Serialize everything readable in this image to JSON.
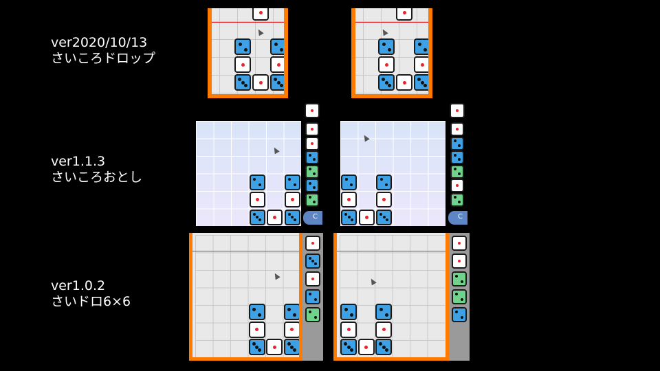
{
  "versions": [
    {
      "version": "ver2020/10/13",
      "title": "さいころドロップ"
    },
    {
      "version": "ver1.1.3",
      "title": "さいころおとし"
    },
    {
      "version": "ver1.0.2",
      "title": "さいドロ6×6"
    }
  ],
  "colors": {
    "orange_border": "#ff7a00",
    "grid_bg": "#e9e9e9",
    "grid_line": "#c9c9c9",
    "die_blue": "#3ea1e6",
    "die_green": "#6fd38b",
    "die_white": "#ffffff",
    "pip_red": "#e8242a",
    "sidebar_gray": "#9a9a9a",
    "gradient_top": "#d8e4f7",
    "gradient_bottom": "#ece6fb"
  },
  "boards": {
    "r1_left": {
      "board_dice": [
        [
          0,
          4,
          "blue",
          2
        ],
        [
          0,
          6,
          "blue",
          2
        ],
        [
          1,
          4,
          "white",
          1
        ],
        [
          1,
          6,
          "white",
          1
        ],
        [
          2,
          4,
          "blue",
          3
        ],
        [
          2,
          5,
          "white",
          1
        ],
        [
          2,
          6,
          "blue",
          3
        ]
      ],
      "falling": [
        [
          0,
          5,
          "white",
          1
        ]
      ]
    },
    "r1_right": {
      "board_dice": [
        [
          0,
          4,
          "blue",
          2
        ],
        [
          0,
          6,
          "blue",
          2
        ],
        [
          1,
          4,
          "white",
          1
        ],
        [
          1,
          6,
          "white",
          1
        ],
        [
          2,
          4,
          "blue",
          3
        ],
        [
          2,
          5,
          "white",
          1
        ],
        [
          2,
          6,
          "blue",
          3
        ]
      ],
      "falling": [
        [
          0,
          5,
          "white",
          1
        ]
      ]
    },
    "r2_left": {
      "board_dice": [
        [
          3,
          3,
          "blue",
          2
        ],
        [
          3,
          5,
          "blue",
          2
        ],
        [
          4,
          3,
          "white",
          1
        ],
        [
          4,
          5,
          "white",
          1
        ],
        [
          5,
          3,
          "blue",
          3
        ],
        [
          5,
          4,
          "white",
          1
        ],
        [
          5,
          5,
          "blue",
          3
        ]
      ],
      "preview": [
        [
          "white",
          1
        ],
        [
          "white",
          1
        ],
        [
          "white",
          1
        ],
        [
          "blue",
          2
        ],
        [
          "green",
          2
        ],
        [
          "blue",
          2
        ],
        [
          "green",
          2
        ]
      ],
      "pill_text": "C"
    },
    "r2_right": {
      "board_dice": [
        [
          3,
          0,
          "blue",
          2
        ],
        [
          3,
          2,
          "blue",
          2
        ],
        [
          4,
          0,
          "white",
          1
        ],
        [
          4,
          2,
          "white",
          1
        ],
        [
          5,
          0,
          "blue",
          3
        ],
        [
          5,
          1,
          "white",
          1
        ],
        [
          5,
          2,
          "blue",
          3
        ]
      ],
      "preview": [
        [
          "white",
          1
        ],
        [
          "white",
          1
        ],
        [
          "blue",
          2
        ],
        [
          "blue",
          2
        ],
        [
          "green",
          2
        ],
        [
          "white",
          1
        ],
        [
          "green",
          2
        ]
      ],
      "pill_text": "C"
    },
    "r3_left": {
      "board_dice": [
        [
          3,
          3,
          "blue",
          2
        ],
        [
          3,
          5,
          "blue",
          2
        ],
        [
          4,
          3,
          "white",
          1
        ],
        [
          4,
          5,
          "white",
          1
        ],
        [
          5,
          3,
          "blue",
          3
        ],
        [
          5,
          4,
          "white",
          1
        ],
        [
          5,
          5,
          "blue",
          3
        ]
      ],
      "preview": [
        [
          "white",
          1
        ],
        [
          "blue",
          3
        ],
        [
          "white",
          1
        ],
        [
          "blue",
          2
        ],
        [
          "green",
          2
        ]
      ]
    },
    "r3_right": {
      "board_dice": [
        [
          3,
          0,
          "blue",
          2
        ],
        [
          3,
          2,
          "blue",
          2
        ],
        [
          4,
          0,
          "white",
          1
        ],
        [
          4,
          2,
          "white",
          1
        ],
        [
          5,
          0,
          "blue",
          3
        ],
        [
          5,
          1,
          "white",
          1
        ],
        [
          5,
          2,
          "blue",
          3
        ]
      ],
      "preview": [
        [
          "white",
          1
        ],
        [
          "white",
          1
        ],
        [
          "green",
          2
        ],
        [
          "green",
          2
        ],
        [
          "blue",
          2
        ]
      ]
    }
  }
}
